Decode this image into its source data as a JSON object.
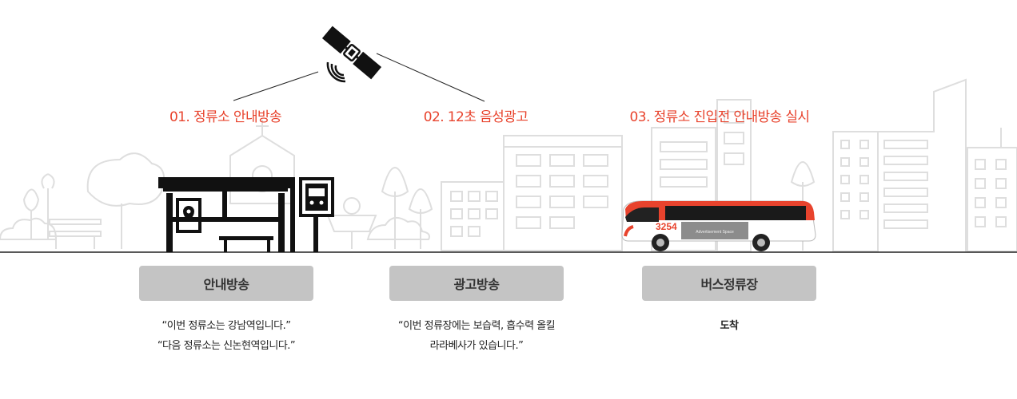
{
  "steps": [
    {
      "label": "01. 정류소 안내방송",
      "pill": "안내방송",
      "lines": [
        "“이번 정류소는 강남역입니다.”",
        "“다음 정류소는 신논현역입니다.”"
      ]
    },
    {
      "label": "02. 12초 음성광고",
      "pill": "광고방송",
      "lines": [
        "“이번 정류장에는 보습력, 흡수력 올킬",
        "라라베사가 있습니다.”"
      ]
    },
    {
      "label": "03. 정류소 진입전 안내방송 실시",
      "pill": "버스정류장",
      "lines": [
        "도착"
      ]
    }
  ],
  "bus": {
    "number": "3254",
    "ad_text": "Advertisement Space"
  },
  "colors": {
    "accent": "#e8432d",
    "pill": "#c4c4c4",
    "outline": "#dedede",
    "icon": "#111111"
  },
  "icons": {
    "satellite": "satellite-icon",
    "bus_stop": "bus-stop-icon",
    "bus": "bus-icon",
    "sign": "bus-sign-icon"
  }
}
